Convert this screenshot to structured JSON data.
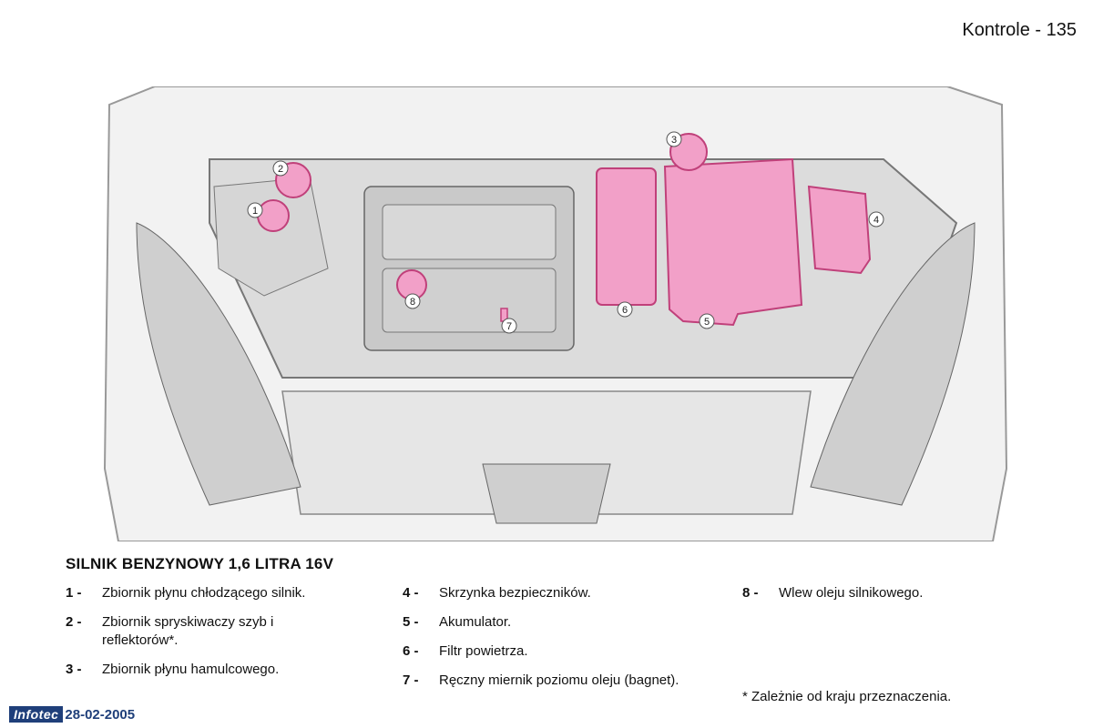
{
  "header": {
    "page_label": "Kontrole - 135"
  },
  "section": {
    "title": "SILNIK BENZYNOWY 1,6 LITRA 16V"
  },
  "callouts": [
    "1",
    "2",
    "3",
    "4",
    "5",
    "6",
    "7",
    "8"
  ],
  "legend": {
    "col1": [
      {
        "num": "1 -",
        "text": "Zbiornik płynu chłodzącego silnik."
      },
      {
        "num": "2 -",
        "text": "Zbiornik spryskiwaczy szyb i reflektorów*."
      },
      {
        "num": "3 -",
        "text": "Zbiornik płynu hamulcowego."
      }
    ],
    "col2": [
      {
        "num": "4 -",
        "text": "Skrzynka bezpieczników."
      },
      {
        "num": "5 -",
        "text": "Akumulator."
      },
      {
        "num": "6 -",
        "text": "Filtr powietrza."
      },
      {
        "num": "7 -",
        "text": "Ręczny miernik poziomu oleju (bagnet)."
      }
    ],
    "col3": [
      {
        "num": "8 -",
        "text": "Wlew oleju silnikowego."
      }
    ]
  },
  "footnote": "* Zależnie od kraju przeznaczenia.",
  "footer": {
    "logo": "Infotec",
    "date": "28-02-2005"
  },
  "colors": {
    "highlight": "#f2a0c8",
    "highlight_stroke": "#c0407a",
    "line": "#555555",
    "brand": "#1f3f7a"
  }
}
